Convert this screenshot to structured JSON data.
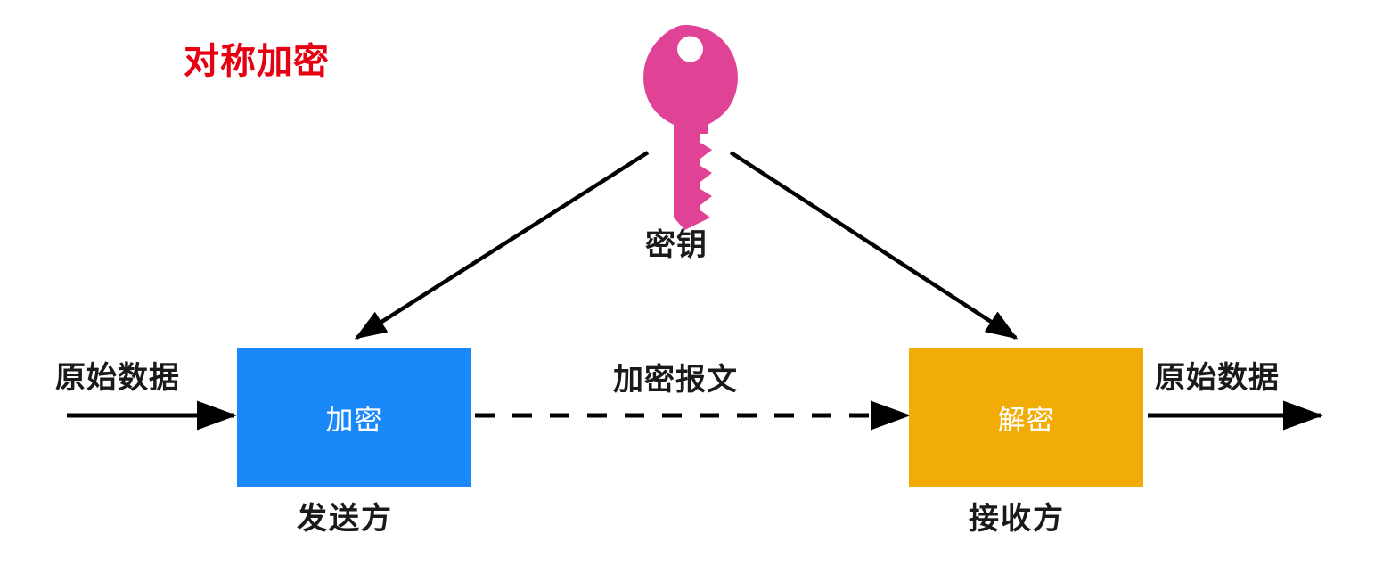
{
  "diagram": {
    "title": "对称加密",
    "title_color": "#E60012",
    "background_color": "#FFFFFF",
    "key": {
      "icon": "key-icon",
      "label": "密钥",
      "color": "#E04396"
    },
    "nodes": [
      {
        "id": "encrypt",
        "label": "加密",
        "caption": "发送方",
        "fill": "#1989FA",
        "text_color": "#FFFFFF"
      },
      {
        "id": "decrypt",
        "label": "解密",
        "caption": "接收方",
        "fill": "#F2AC06",
        "text_color": "#FFFFFF"
      }
    ],
    "flow_labels": {
      "input": "原始数据",
      "cipher": "加密报文",
      "output": "原始数据"
    },
    "arrows": [
      {
        "id": "key-to-encrypt",
        "style": "solid",
        "color": "#000000"
      },
      {
        "id": "key-to-decrypt",
        "style": "solid",
        "color": "#000000"
      },
      {
        "id": "plain-in",
        "style": "solid",
        "color": "#000000"
      },
      {
        "id": "cipher-transfer",
        "style": "dashed",
        "color": "#000000"
      },
      {
        "id": "plain-out",
        "style": "solid",
        "color": "#000000"
      }
    ]
  }
}
